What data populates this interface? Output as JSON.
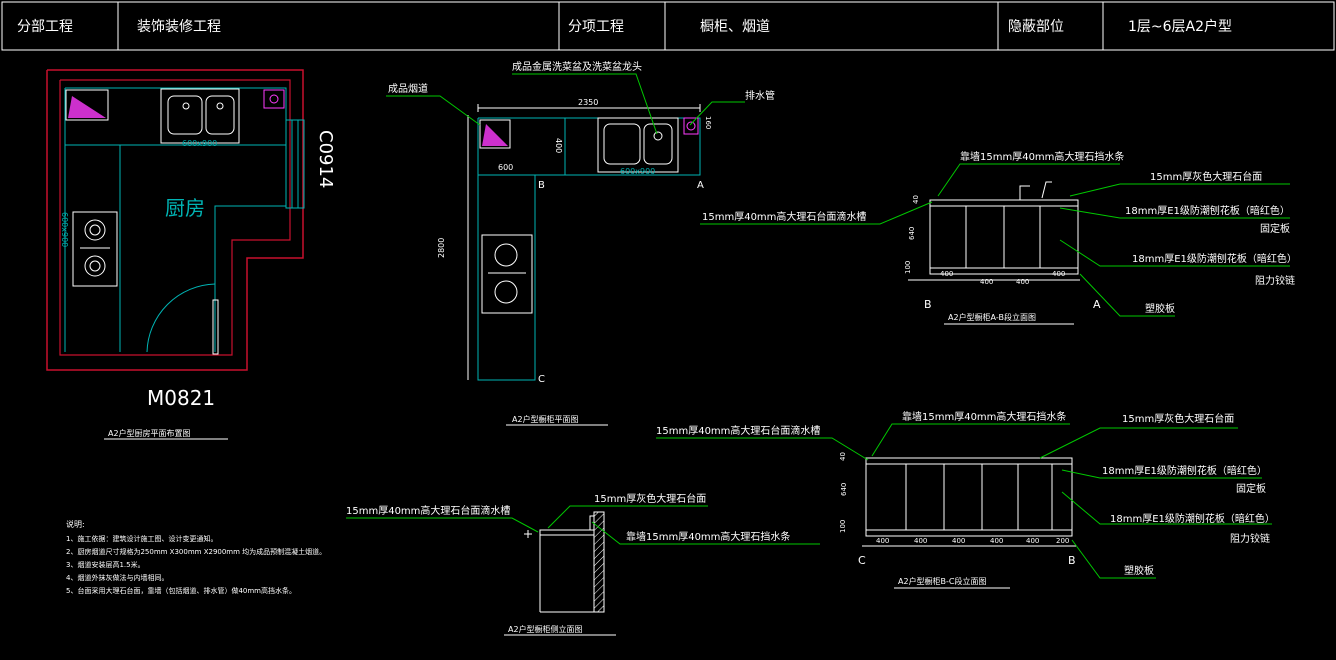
{
  "header": {
    "label1": "分部工程",
    "value1": "装饰装修工程",
    "label2": "分项工程",
    "value2": "橱柜、烟道",
    "label3": "隐蔽部位",
    "value3": "1层~6层A2户型"
  },
  "plan": {
    "room_label": "厨房",
    "door_label": "M0821",
    "window_label": "C0914",
    "sink_dim": "600x900",
    "stove_dim": "600x900",
    "title": "A2户型厨房平面布置图"
  },
  "cabinet_plan": {
    "flue_label": "成品烟道",
    "sink_label": "成品金属洗菜盆及洗菜盆龙头",
    "drain_label": "排水管",
    "dim_top": "2350",
    "dim_600": "600",
    "dim_400v": "400",
    "dim_2800": "2800",
    "dim_160": "160",
    "sink_dim": "600x900",
    "point_a": "A",
    "point_b": "B",
    "point_c": "C",
    "title": "A2户型橱柜平面图"
  },
  "elev_ab": {
    "backsplash": "靠墙15mm厚40mm高大理石挡水条",
    "countertop": "15mm厚灰色大理石台面",
    "drip": "15mm厚40mm高大理石台面滴水槽",
    "board_fixed": "18mm厚E1级防潮刨花板（暗红色）",
    "fixed": "固定板",
    "board_hinge": "18mm厚E1级防潮刨花板（暗红色）",
    "hinge": "阻力铰链",
    "plastic": "塑胶板",
    "dims_bottom": [
      "400",
      "400",
      "400",
      "400"
    ],
    "dim_h1": "640",
    "dim_h2": "100",
    "dim_h3": "40",
    "point_a": "A",
    "point_b": "B",
    "title": "A2户型橱柜A-B段立面图"
  },
  "elev_bc": {
    "backsplash": "靠墙15mm厚40mm高大理石挡水条",
    "countertop": "15mm厚灰色大理石台面",
    "drip": "15mm厚40mm高大理石台面滴水槽",
    "board_fixed": "18mm厚E1级防潮刨花板（暗红色）",
    "fixed": "固定板",
    "board_hinge": "18mm厚E1级防潮刨花板（暗红色）",
    "hinge": "阻力铰链",
    "plastic": "塑胶板",
    "dims_bottom": [
      "400",
      "400",
      "400",
      "400",
      "400",
      "200"
    ],
    "dim_h1": "640",
    "dim_h2": "100",
    "dim_h3": "40",
    "point_c": "C",
    "point_b": "B",
    "title": "A2户型橱柜B-C段立面图"
  },
  "section": {
    "drip": "15mm厚40mm高大理石台面滴水槽",
    "countertop": "15mm厚灰色大理石台面",
    "backsplash": "靠墙15mm厚40mm高大理石挡水条",
    "title": "A2户型橱柜侧立面图"
  },
  "notes": {
    "heading": "说明:",
    "lines": [
      "1、施工依据：建筑设计施工图、设计变更通知。",
      "2、厨房烟道尺寸规格为250mm X300mm X2900mm 均为成品预制混凝土烟道。",
      "3、烟道安装层高1.5米。",
      "4、烟道外抹灰做法与内墙相同。",
      "5、台面采用大理石台面，靠墙（包括烟道、排水管）做40mm高挡水条。"
    ]
  },
  "colors": {
    "wall": "#c8102e",
    "cyan": "#00b4b4",
    "green": "#00c800",
    "white": "#ffffff",
    "magenta": "#ff3cff"
  }
}
